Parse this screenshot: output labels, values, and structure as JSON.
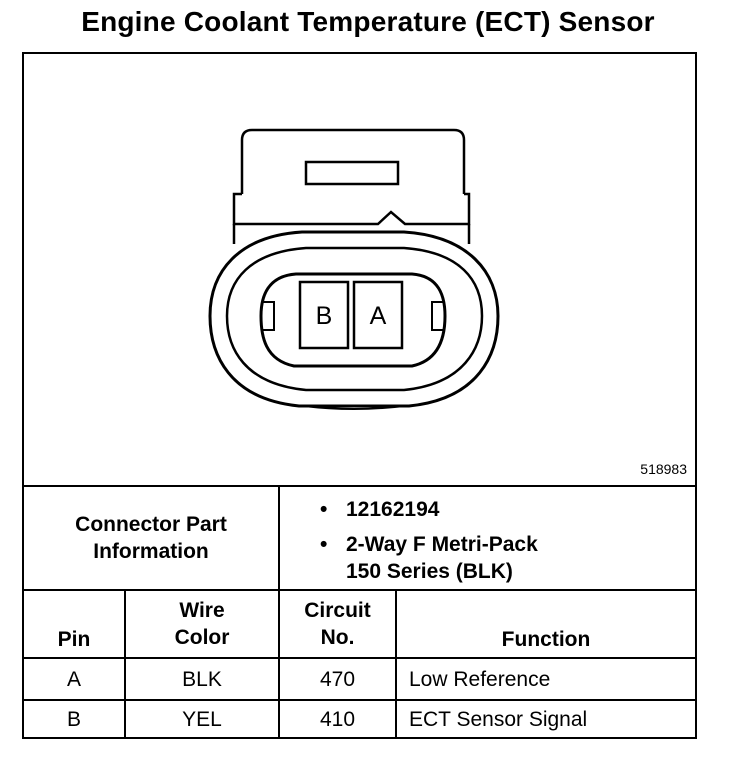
{
  "title": "Engine Coolant Temperature (ECT) Sensor",
  "figure_id": "518983",
  "connector": {
    "pin_labels": [
      "B",
      "A"
    ]
  },
  "part_info": {
    "label_line1": "Connector Part",
    "label_line2": "Information",
    "bullet": "•",
    "items": [
      {
        "line1": "12162194",
        "line2": ""
      },
      {
        "line1": "2-Way F Metri-Pack",
        "line2": "150 Series (BLK)"
      }
    ]
  },
  "table": {
    "headers": {
      "pin": "Pin",
      "wire_color_1": "Wire",
      "wire_color_2": "Color",
      "circuit_1": "Circuit",
      "circuit_2": "No.",
      "function": "Function"
    },
    "rows": [
      {
        "pin": "A",
        "wire_color": "BLK",
        "circuit": "470",
        "function": "Low Reference"
      },
      {
        "pin": "B",
        "wire_color": "YEL",
        "circuit": "410",
        "function": "ECT Sensor Signal"
      }
    ]
  }
}
